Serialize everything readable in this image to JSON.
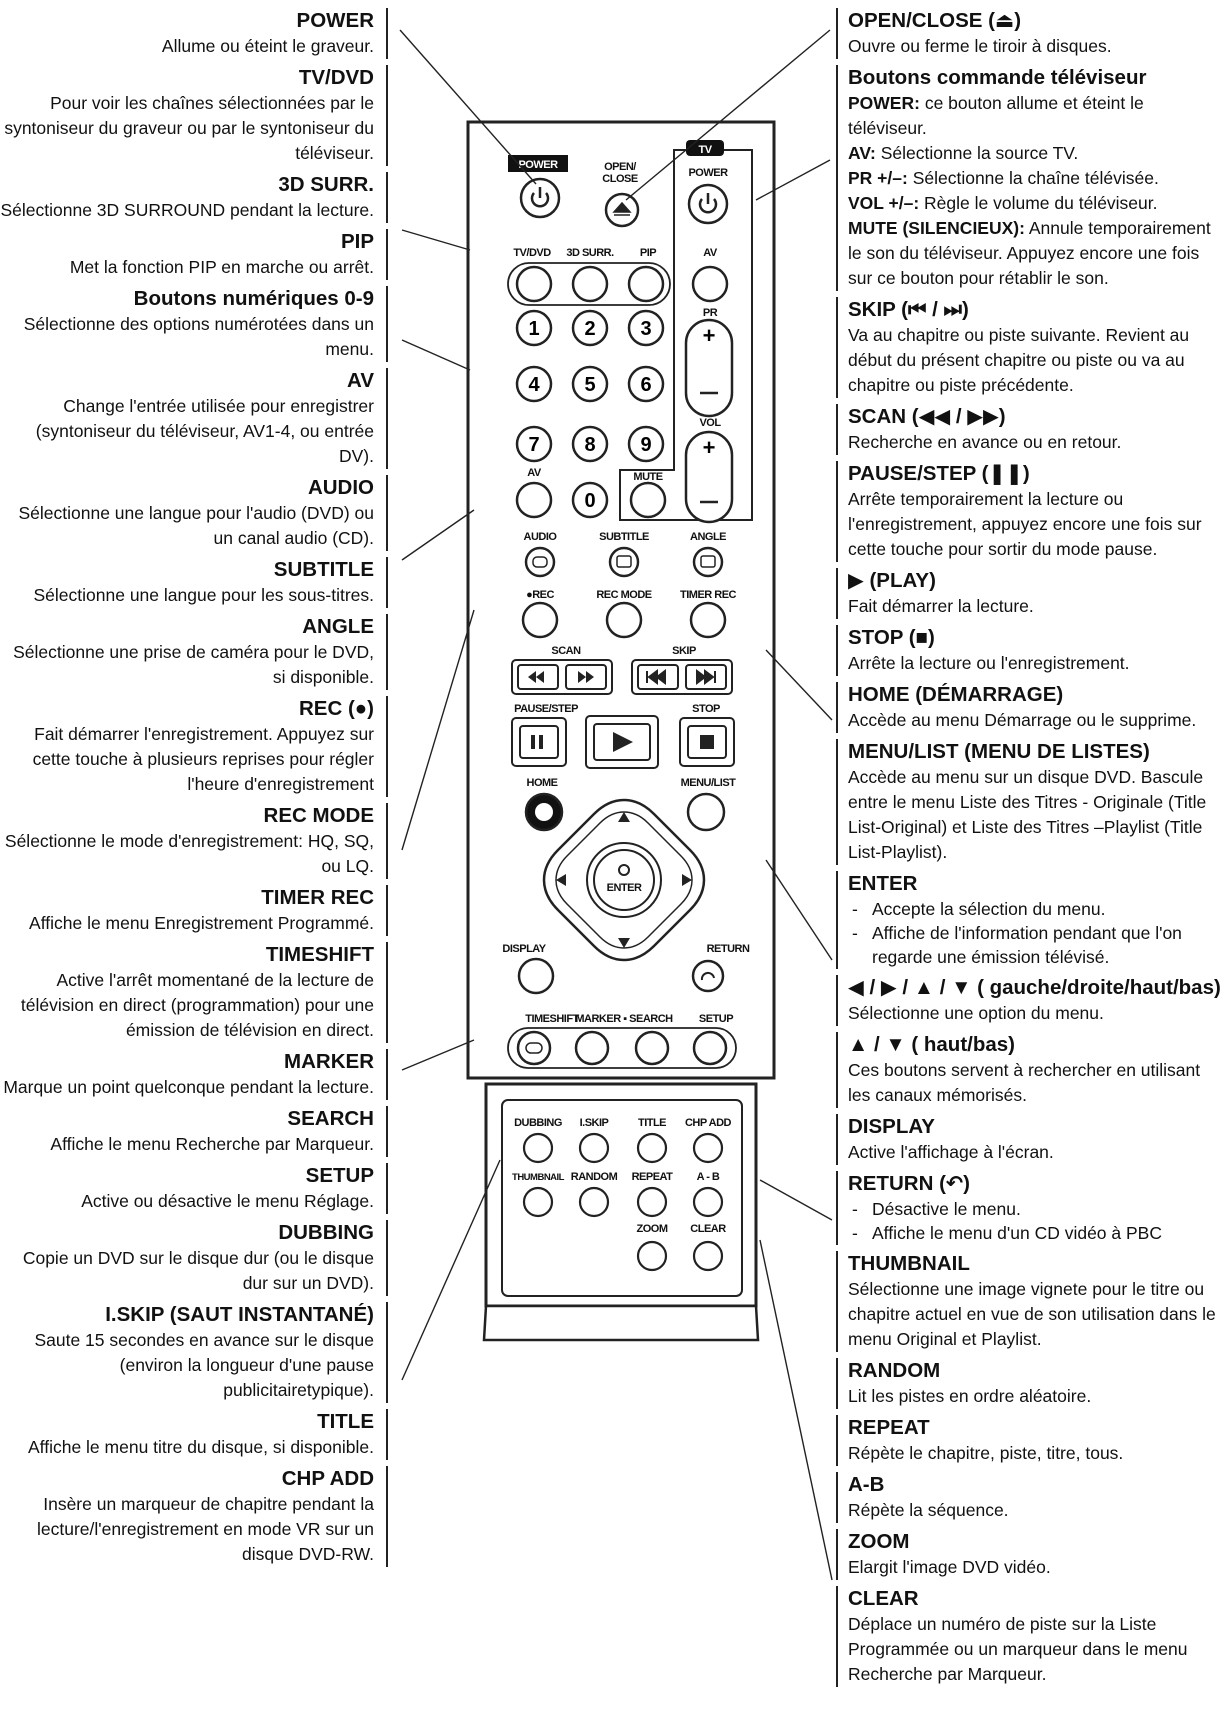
{
  "left": [
    {
      "title": "POWER",
      "body": "Allume ou éteint le graveur."
    },
    {
      "title": "TV/DVD",
      "body": "Pour voir les chaînes sélectionnées par le syntoniseur du graveur ou par le syntoniseur du téléviseur."
    },
    {
      "title": "3D SURR.",
      "body": "Sélectionne 3D SURROUND pendant la lecture."
    },
    {
      "title": "PIP",
      "body": "Met la fonction PIP en marche ou arrêt."
    },
    {
      "title": "Boutons numériques 0-9",
      "body": "Sélectionne des options numérotées dans un menu."
    },
    {
      "title": "AV",
      "body": "Change l'entrée utilisée pour enregistrer (syntoniseur du téléviseur, AV1-4, ou entrée DV)."
    },
    {
      "title": "AUDIO",
      "body": "Sélectionne une langue pour l'audio (DVD) ou un canal audio (CD)."
    },
    {
      "title": "SUBTITLE",
      "body": "Sélectionne une langue pour les sous-titres."
    },
    {
      "title": "ANGLE",
      "body": "Sélectionne une prise de caméra pour le DVD, si disponible."
    },
    {
      "title": "REC (●)",
      "body": "Fait démarrer l'enregistrement. Appuyez sur cette touche à plusieurs reprises pour régler l'heure d'enregistrement"
    },
    {
      "title": "REC MODE",
      "body": "Sélectionne le mode d'enregistrement: HQ, SQ, ou LQ."
    },
    {
      "title": "TIMER REC",
      "body": "Affiche le menu Enregistrement Programmé."
    },
    {
      "title": "TIMESHIFT",
      "body": "Active l'arrêt momentané de la lecture de télévision en direct (programmation) pour une émission de télévision en direct."
    },
    {
      "title": "MARKER",
      "body": "Marque un point quelconque pendant la lecture."
    },
    {
      "title": "SEARCH",
      "body": "Affiche le menu Recherche par Marqueur."
    },
    {
      "title": "SETUP",
      "body": "Active ou désactive le menu Réglage."
    },
    {
      "title": "DUBBING",
      "body": "Copie un DVD sur le disque dur (ou le disque dur sur un DVD)."
    },
    {
      "title": "I.SKIP (SAUT INSTANTANÉ)",
      "body": "Saute 15 secondes en avance sur le disque (environ la longueur d'une pause publicitairetypique)."
    },
    {
      "title": "TITLE",
      "body": "Affiche le menu titre du disque, si disponible."
    },
    {
      "title": "CHP ADD",
      "body": "Insère un marqueur de chapitre pendant la lecture/l'enregistrement en mode VR sur un disque DVD-RW."
    }
  ],
  "right": [
    {
      "title": "OPEN/CLOSE (⏏)",
      "body": "Ouvre ou ferme le tiroir à disques."
    },
    {
      "title": "Boutons commande téléviseur",
      "lines": [
        {
          "k": "POWER:",
          "v": " ce bouton allume et éteint le téléviseur."
        },
        {
          "k": "AV:",
          "v": " Sélectionne la source TV."
        },
        {
          "k": "PR +/–:",
          "v": " Sélectionne la chaîne télévisée."
        },
        {
          "k": "VOL +/–:",
          "v": " Règle le volume du téléviseur."
        },
        {
          "k": "MUTE (SILENCIEUX):",
          "v": " Annule temporairement le son du téléviseur. Appuyez encore une fois sur ce bouton pour rétablir le son."
        }
      ]
    },
    {
      "title": "SKIP (⏮ / ⏭)",
      "body": "Va au chapitre ou piste suivante. Revient au début du présent chapitre ou piste ou va au chapitre ou piste précédente."
    },
    {
      "title": "SCAN (◀◀ / ▶▶)",
      "body": "Recherche en avance ou en retour."
    },
    {
      "title": "PAUSE/STEP (❚❚)",
      "body": "Arrête temporairement la lecture ou l'enregistrement, appuyez encore une fois sur cette touche pour sortir du mode pause."
    },
    {
      "title": "▶ (PLAY)",
      "body": "Fait démarrer la lecture."
    },
    {
      "title": "STOP (■)",
      "body": "Arrête la lecture ou l'enregistrement."
    },
    {
      "title": "HOME (DÉMARRAGE)",
      "body": "Accède au menu Démarrage ou le supprime."
    },
    {
      "title": "MENU/LIST (MENU DE LISTES)",
      "body": "Accède au menu sur un disque DVD. Bascule entre le menu Liste des Titres - Originale (Title List-Original) et Liste des Titres –Playlist (Title List-Playlist)."
    },
    {
      "title": "ENTER",
      "items": [
        "Accepte la sélection du menu.",
        "Affiche de l'information pendant que l'on regarde une émission télévisé."
      ]
    },
    {
      "title": "◀ / ▶ / ▲ / ▼ ( gauche/droite/haut/bas)",
      "body": "Sélectionne une option du menu."
    },
    {
      "title": "▲ / ▼ ( haut/bas)",
      "body": "Ces boutons servent à rechercher en utilisant les canaux mémorisés."
    },
    {
      "title": "DISPLAY",
      "body": "Active l'affichage à l'écran."
    },
    {
      "title": "RETURN (↶)",
      "items": [
        "Désactive le menu.",
        "Affiche le menu d'un CD vidéo à PBC"
      ]
    },
    {
      "title": "THUMBNAIL",
      "body": "Sélectionne une image vignete pour le titre ou chapitre actuel en vue de son utilisation dans le menu Original et Playlist."
    },
    {
      "title": "RANDOM",
      "body": "Lit les pistes en ordre aléatoire."
    },
    {
      "title": "REPEAT",
      "body": "Répète le chapitre, piste, titre, tous."
    },
    {
      "title": "A-B",
      "body": "Répète la séquence."
    },
    {
      "title": "ZOOM",
      "body": "Elargit l'image DVD vidéo."
    },
    {
      "title": "CLEAR",
      "body": "Déplace un numéro de piste sur la Liste Programmée ou un marqueur dans le menu Recherche par Marqueur."
    }
  ],
  "remote": {
    "power": "POWER",
    "open_close": "OPEN/\nCLOSE",
    "tv": "TV",
    "tv_power": "POWER",
    "tvdvd": "TV/DVD",
    "surr": "3D SURR.",
    "pip": "PIP",
    "av_tv": "AV",
    "pr": "PR",
    "vol": "VOL",
    "mute": "MUTE",
    "av": "AV",
    "digits": [
      "1",
      "2",
      "3",
      "4",
      "5",
      "6",
      "7",
      "8",
      "9",
      "0"
    ],
    "audio": "AUDIO",
    "subtitle": "SUBTITLE",
    "angle": "ANGLE",
    "rec": "●REC",
    "recmode": "REC MODE",
    "timerrec": "TIMER REC",
    "scan": "SCAN",
    "skip": "SKIP",
    "pausestep": "PAUSE/STEP",
    "stop": "STOP",
    "home": "HOME",
    "menulist": "MENU/LIST",
    "enter": "ENTER",
    "display": "DISPLAY",
    "return": "RETURN",
    "timeshift": "TIMESHIFT",
    "marker_search": "MARKER ▪ SEARCH",
    "setup": "SETUP",
    "dubbing": "DUBBING",
    "iskip": "I.SKIP",
    "title": "TITLE",
    "chpadd": "CHP ADD",
    "thumbnail": "THUMBNAIL",
    "random": "RANDOM",
    "repeat": "REPEAT",
    "ab": "A - B",
    "zoom": "ZOOM",
    "clear": "CLEAR"
  }
}
